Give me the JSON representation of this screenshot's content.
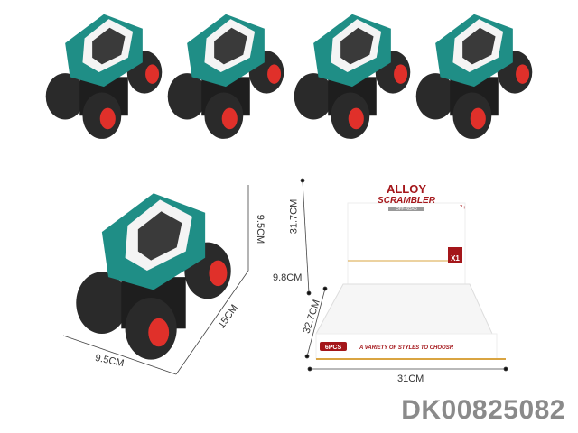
{
  "product": {
    "sku": "DK00825082",
    "colors": {
      "body_teal": "#1f8e86",
      "body_white": "#f4f4f4",
      "tire": "#2a2a2a",
      "rim": "#e0302a",
      "brand_red": "#a4161a",
      "gold": "#d9a441"
    }
  },
  "car_dimensions": {
    "height": "9.5CM",
    "length": "15CM",
    "width": "9.5CM"
  },
  "box_dimensions": {
    "back_height": "31.7CM",
    "front_height": "9.8CM",
    "depth": "32.7CM",
    "width": "31CM"
  },
  "display_box": {
    "brand_line1": "ALLOY",
    "brand_line2": "SCRAMBLER",
    "subtitle": "OFF-ROAD",
    "age": "7+",
    "qty_badge": "X1",
    "count_badge": "6PCS",
    "tagline": "A VARIETY OF STYLES TO CHOOSR"
  }
}
